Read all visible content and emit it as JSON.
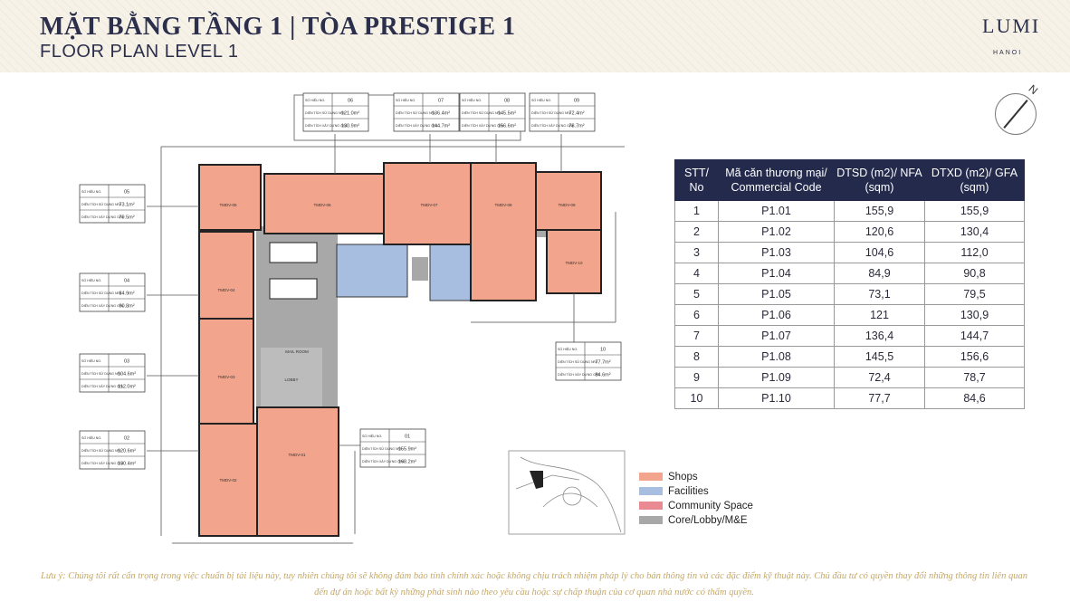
{
  "header": {
    "title_vi": "MẶT BẰNG TẦNG 1 | TÒA PRESTIGE 1",
    "title_en": "FLOOR PLAN LEVEL 1",
    "logo": "LUMI",
    "logo_sub": "HANOI",
    "compass_label": "N"
  },
  "table": {
    "headers": [
      "STT/ No",
      "Mã căn thương mại/ Commercial Code",
      "DTSD (m2)/ NFA (sqm)",
      "DTXD (m2)/ GFA (sqm)"
    ],
    "rows": [
      [
        "1",
        "P1.01",
        "155,9",
        "155,9"
      ],
      [
        "2",
        "P1.02",
        "120,6",
        "130,4"
      ],
      [
        "3",
        "P1.03",
        "104,6",
        "112,0"
      ],
      [
        "4",
        "P1.04",
        "84,9",
        "90,8"
      ],
      [
        "5",
        "P1.05",
        "73,1",
        "79,5"
      ],
      [
        "6",
        "P1.06",
        "121",
        "130,9"
      ],
      [
        "7",
        "P1.07",
        "136,4",
        "144,7"
      ],
      [
        "8",
        "P1.08",
        "145,5",
        "156,6"
      ],
      [
        "9",
        "P1.09",
        "72,4",
        "78,7"
      ],
      [
        "10",
        "P1.10",
        "77,7",
        "84,6"
      ]
    ]
  },
  "legend": [
    {
      "label": "Shops",
      "color": "#f2a48c"
    },
    {
      "label": "Facilities",
      "color": "#a7bee0"
    },
    {
      "label": "Community Space",
      "color": "#e98a92"
    },
    {
      "label": "Core/Lobby/M&E",
      "color": "#a8a8a8"
    }
  ],
  "unit_card_labels": {
    "no": "SỐ HIỆU NO.",
    "nfa": "DIỆN TÍCH SỬ DỤNG NFA",
    "gfa": "DIỆN TÍCH XÂY DỰNG GFA"
  },
  "unit_cards": [
    {
      "no": "05",
      "nfa": "73.1m²",
      "gfa": "79.5m²"
    },
    {
      "no": "04",
      "nfa": "84.9m²",
      "gfa": "90.8m²"
    },
    {
      "no": "03",
      "nfa": "104.6m²",
      "gfa": "112.0m²"
    },
    {
      "no": "02",
      "nfa": "120.6m²",
      "gfa": "130.4m²"
    },
    {
      "no": "06",
      "nfa": "121.0m²",
      "gfa": "130.9m²"
    },
    {
      "no": "07",
      "nfa": "136.4m²",
      "gfa": "144.7m²"
    },
    {
      "no": "08",
      "nfa": "145.5m²",
      "gfa": "156.6m²"
    },
    {
      "no": "09",
      "nfa": "72.4m²",
      "gfa": "78.7m²"
    },
    {
      "no": "10",
      "nfa": "77.7m²",
      "gfa": "84.6m²"
    },
    {
      "no": "01",
      "nfa": "155.9m²",
      "gfa": "168.2m²"
    }
  ],
  "plan_labels": {
    "units": [
      "TMDV-05",
      "TMDV-04",
      "TMDV-03",
      "TMDV-02",
      "TMDV-01",
      "TMDV-06",
      "TMDV-07",
      "TMDV-08",
      "TMDV-09",
      "TMDV-10"
    ],
    "mail_room": "MAIL ROOM",
    "lobby": "LOBBY"
  },
  "footer_text": "Lưu ý: Chúng tôi rất cẩn trọng trong việc chuẩn bị tài liệu này, tuy nhiên chúng tôi sẽ không đảm bảo tính chính xác hoặc không chịu trách nhiệm pháp lý cho bản thông tin và các đặc điểm kỹ thuật này. Chủ đầu tư có quyền thay đổi những thông tin liên quan đến dự án hoặc bất kỳ những phát sinh nào theo yêu cầu hoặc sự chấp thuận của cơ quan nhà nước có thẩm quyền."
}
